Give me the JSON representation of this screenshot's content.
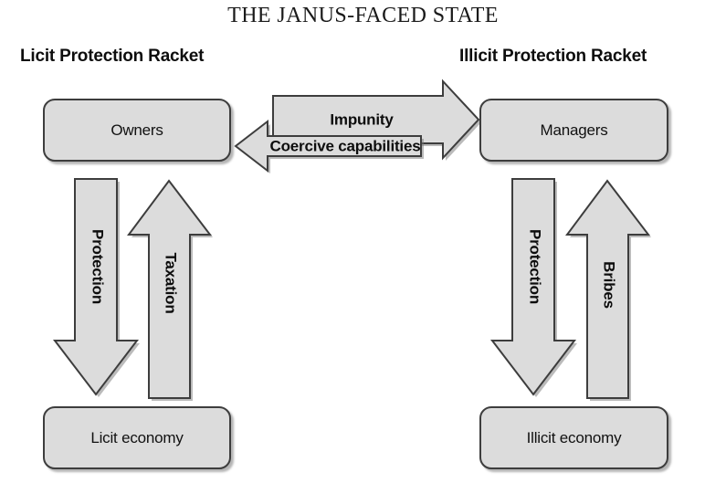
{
  "title": "THE JANUS-FACED STATE",
  "columns": {
    "left_heading": "Licit Protection Racket",
    "right_heading": "Illicit Protection Racket"
  },
  "nodes": {
    "owners": "Owners",
    "managers": "Managers",
    "licit_economy": "Licit economy",
    "illicit_economy": "Illicit economy"
  },
  "arrows": {
    "impunity": "Impunity",
    "coercive_capabilities": "Coercive capabilities",
    "left_down": "Protection",
    "left_up": "Taxation",
    "right_down": "Protection",
    "right_up": "Bribes"
  },
  "colors": {
    "shape_fill": "#dcdcdc",
    "shape_stroke": "#3d3d3d",
    "text": "#0d0d0d",
    "background": "#ffffff"
  },
  "chart_data": {
    "type": "diagram",
    "title": "THE JANUS-FACED STATE",
    "nodes": [
      {
        "id": "owners",
        "label": "Owners",
        "column": "Licit Protection Racket",
        "position": "top-left"
      },
      {
        "id": "managers",
        "label": "Managers",
        "column": "Illicit Protection Racket",
        "position": "top-right"
      },
      {
        "id": "licit_economy",
        "label": "Licit economy",
        "column": "Licit Protection Racket",
        "position": "bottom-left"
      },
      {
        "id": "illicit_economy",
        "label": "Illicit economy",
        "column": "Illicit Protection Racket",
        "position": "bottom-right"
      }
    ],
    "edges": [
      {
        "from": "owners",
        "to": "managers",
        "label": "Impunity",
        "direction": "right"
      },
      {
        "from": "managers",
        "to": "owners",
        "label": "Coercive capabilities",
        "direction": "left"
      },
      {
        "from": "owners",
        "to": "licit_economy",
        "label": "Protection",
        "direction": "down"
      },
      {
        "from": "licit_economy",
        "to": "owners",
        "label": "Taxation",
        "direction": "up"
      },
      {
        "from": "managers",
        "to": "illicit_economy",
        "label": "Protection",
        "direction": "down"
      },
      {
        "from": "illicit_economy",
        "to": "managers",
        "label": "Bribes",
        "direction": "up"
      }
    ]
  }
}
